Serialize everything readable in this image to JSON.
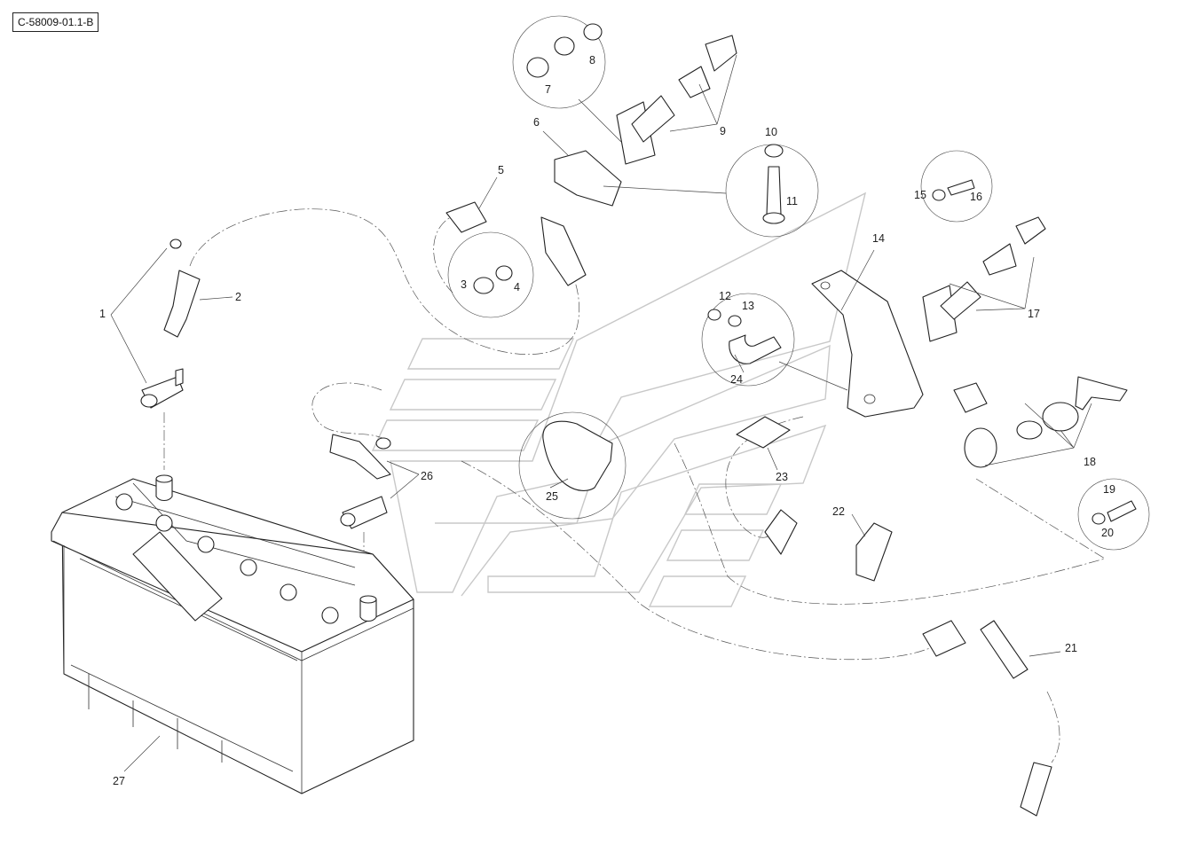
{
  "drawing_code": "C-58009-01.1-B",
  "callouts": [
    "1",
    "2",
    "3",
    "4",
    "5",
    "6",
    "7",
    "8",
    "9",
    "10",
    "11",
    "12",
    "13",
    "14",
    "15",
    "16",
    "17",
    "18",
    "19",
    "20",
    "21",
    "22",
    "23",
    "24",
    "25",
    "26",
    "27"
  ]
}
